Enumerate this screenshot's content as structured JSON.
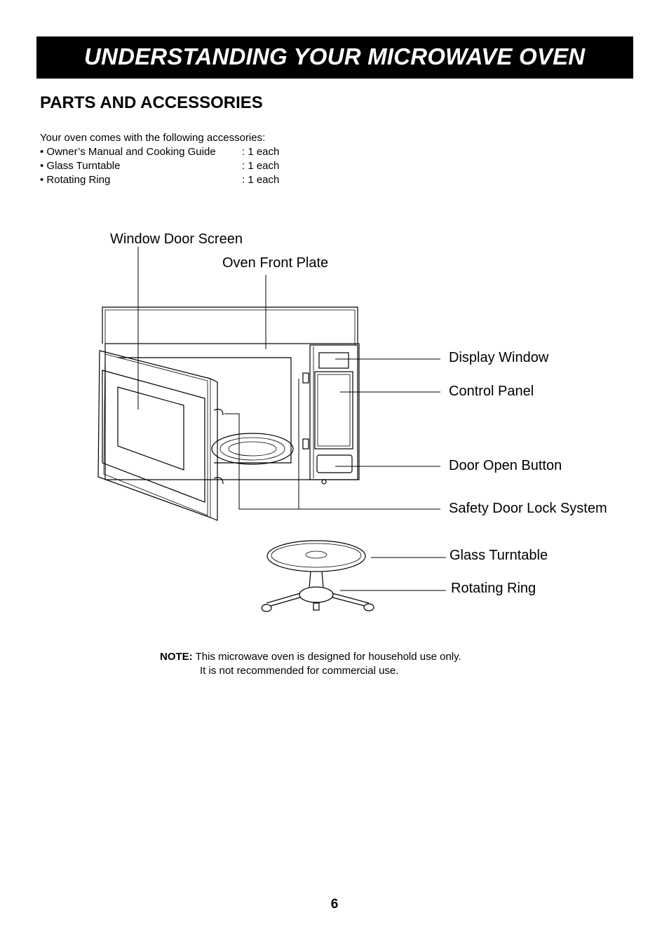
{
  "header": {
    "title": "UNDERSTANDING YOUR MICROWAVE OVEN"
  },
  "section": {
    "title": "PARTS AND ACCESSORIES",
    "intro": "Your oven comes with the following accessories:",
    "accessories": [
      {
        "name": "• Owner’s Manual and Cooking Guide",
        "qty": ": 1 each"
      },
      {
        "name": "• Glass Turntable",
        "qty": ": 1 each"
      },
      {
        "name": "• Rotating Ring",
        "qty": ": 1 each"
      }
    ]
  },
  "diagram": {
    "labels": {
      "window_door_screen": "Window Door Screen",
      "oven_front_plate": "Oven Front Plate",
      "display_window": "Display Window",
      "control_panel": "Control Panel",
      "door_open_button": "Door Open Button",
      "safety_door_lock": "Safety Door Lock System",
      "glass_turntable": "Glass Turntable",
      "rotating_ring": "Rotating Ring"
    }
  },
  "note": {
    "label": "NOTE:",
    "line1": "This microwave oven is designed for household use only.",
    "line2": "It is not recommended for commercial use."
  },
  "footer": {
    "page_number": "6"
  }
}
